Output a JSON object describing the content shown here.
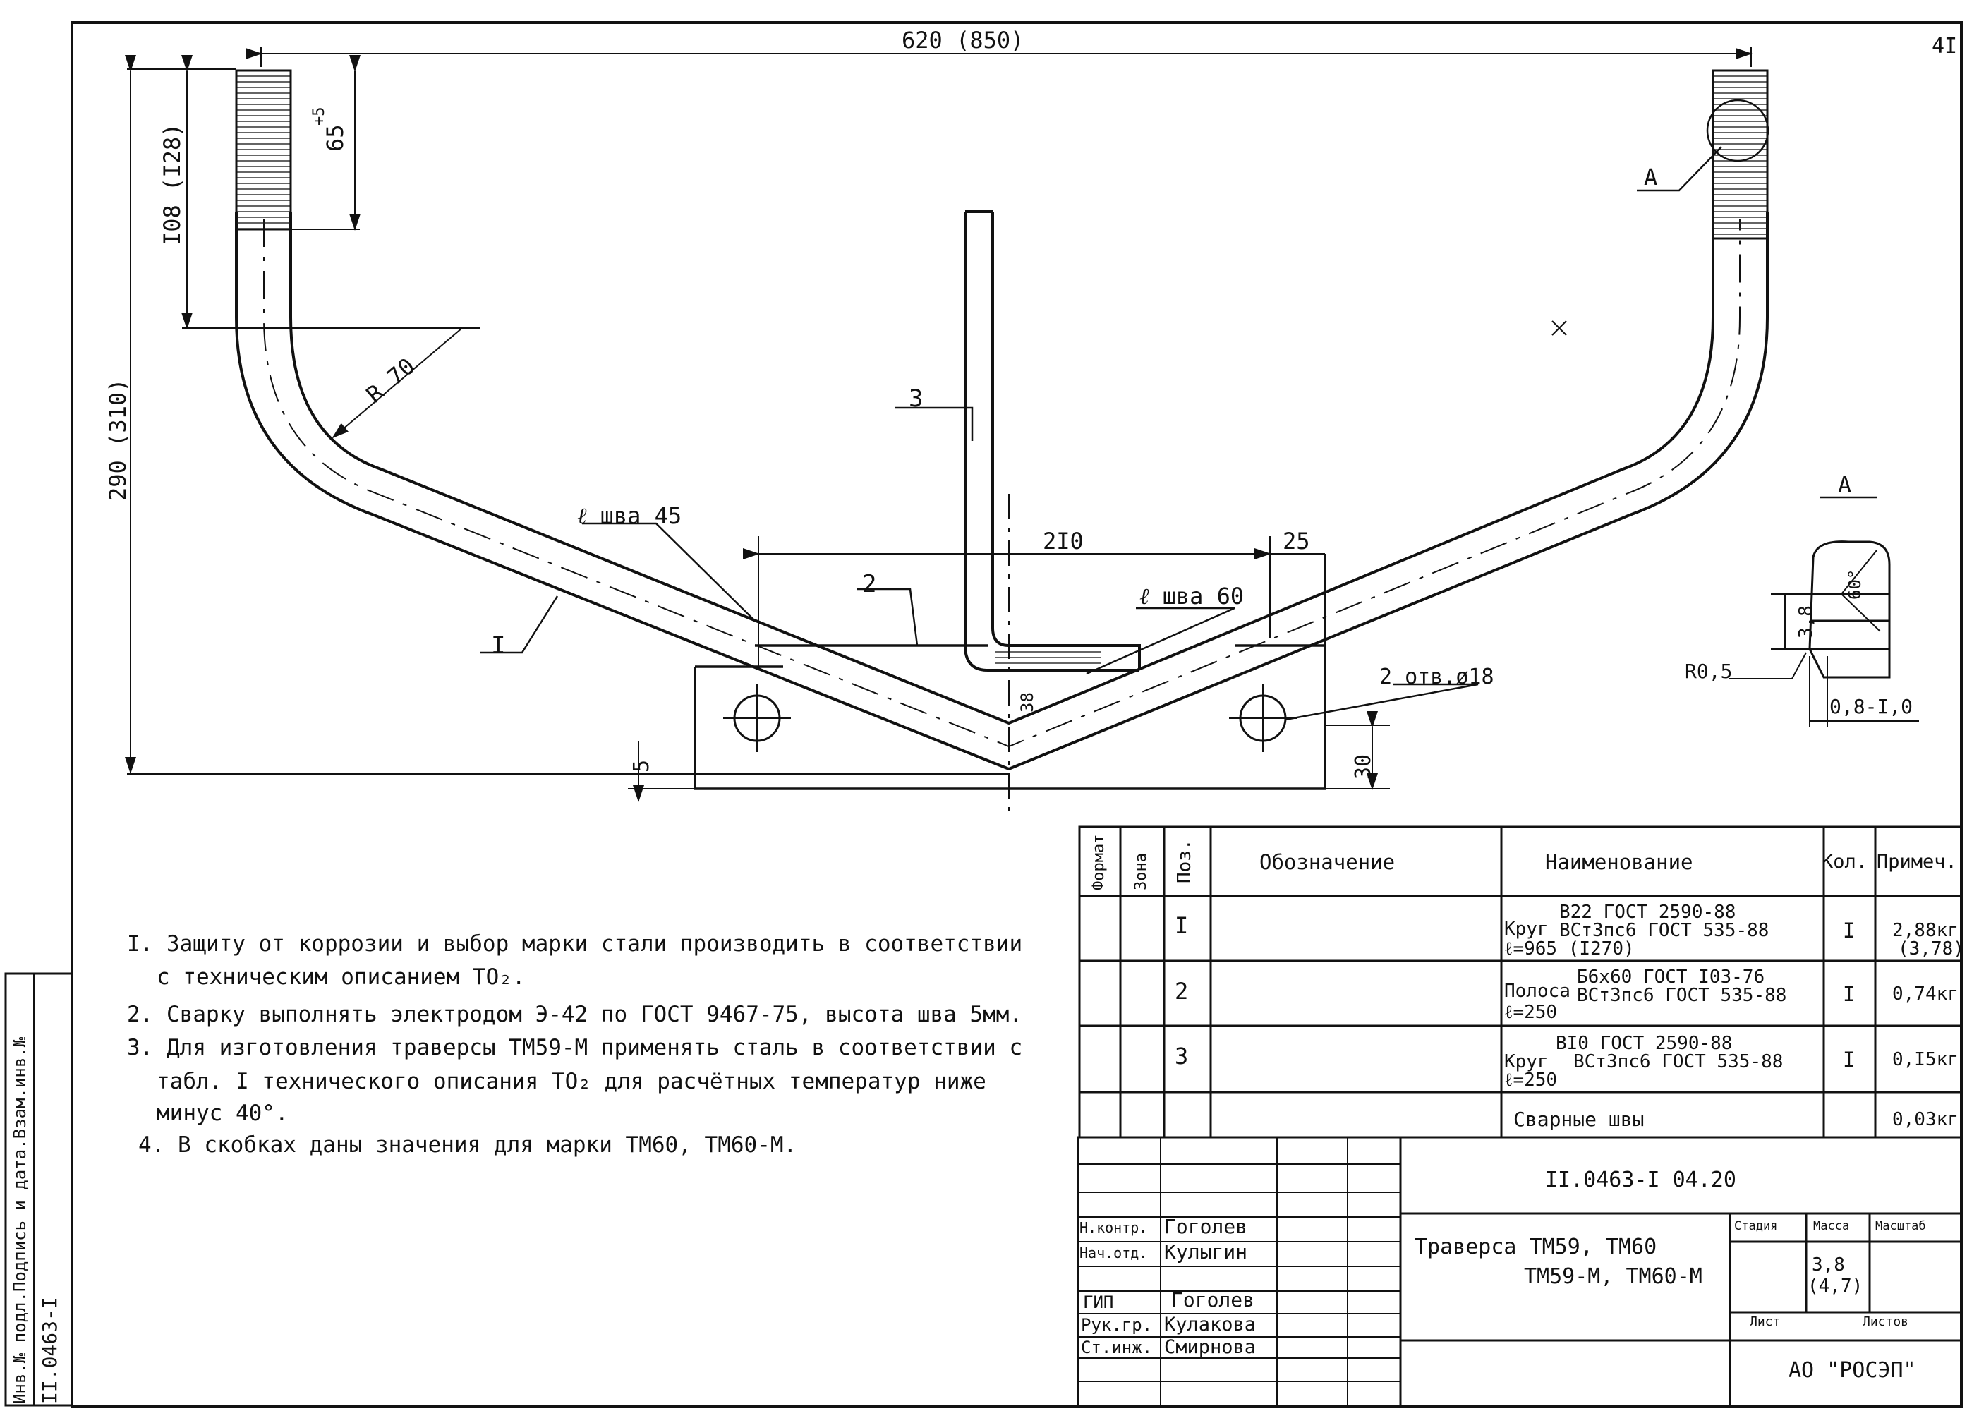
{
  "sheet_number": "4I",
  "dimensions": {
    "overall_width": "620 (850)",
    "overall_height": "290 (310)",
    "end_length": "I08 (I28)",
    "thread_length": "65",
    "thread_tol": "+5",
    "bend_radius": "R 70",
    "plate_width": "2I0",
    "plate_edge": "25",
    "plate_offset": "5",
    "plate_height": "30",
    "center_gap": "38",
    "weld_45": "шва 45",
    "weld_60": "шва 60",
    "holes": "2 отв.ø18"
  },
  "positions": {
    "p1": "I",
    "p2": "2",
    "p3": "3",
    "view": "A"
  },
  "detail_a": {
    "title": "A",
    "d1": "3,8",
    "angle": "60°",
    "r": "R0,5",
    "tol": "0,8-I,0"
  },
  "notes": [
    "I. Защиту от коррозии и выбор марки стали производить в соответствии",
    "с техническим описанием ТО₂.",
    "2. Сварку выполнять электродом Э-42 по ГОСТ 9467-75, высота шва 5мм.",
    "3. Для изготовления траверсы  ТМ59-М применять сталь в соответствии с",
    "табл. I технического описания ТО₂ для расчётных температур ниже",
    "минус 40°.",
    "4. В скобках даны значения для марки ТМ60, ТМ60-М."
  ],
  "spec": {
    "headers": {
      "format": "Формат",
      "zone": "Зона",
      "pos": "Поз.",
      "designation": "Обозначение",
      "name": "Наименование",
      "qty": "Кол.",
      "note": "Примеч."
    },
    "rows": [
      {
        "pos": "I",
        "name_prefix": "Круг",
        "name_top": "В22 ГОСТ 2590-88",
        "name_mid": "ВСт3пс6 ГОСТ 535-88",
        "name_bot": "ℓ=965 (I270)",
        "qty": "I",
        "note": "2,88кг",
        "note2": "(3,78)"
      },
      {
        "pos": "2",
        "name_prefix": "Полоса",
        "name_top": "Б6х60 ГОСТ I03-76",
        "name_mid": "ВСт3пс6 ГОСТ 535-88",
        "name_bot": "ℓ=250",
        "qty": "I",
        "note": "0,74кг",
        "note2": ""
      },
      {
        "pos": "3",
        "name_prefix": "Круг",
        "name_top": "ВI0 ГОСТ 2590-88",
        "name_mid": "ВСт3пс6 ГОСТ 535-88",
        "name_bot": "ℓ=250",
        "qty": "I",
        "note": "0,I5кг",
        "note2": ""
      },
      {
        "pos": "",
        "name_prefix": "Сварные швы",
        "name_top": "",
        "name_mid": "",
        "name_bot": "",
        "qty": "",
        "note": "0,03кг",
        "note2": ""
      }
    ]
  },
  "title_block": {
    "code": "II.0463-I 04.20",
    "title_line1": "Траверса ТМ59, ТМ60",
    "title_line2": "ТМ59-М, ТМ60-М",
    "stage": "Стадия",
    "mass": "Масса",
    "scale": "Масштаб",
    "mass_value": "3,8",
    "mass_value2": "(4,7)",
    "sheet": "Лист",
    "sheets": "Листов",
    "org": "АО \"РОСЭП\"",
    "roles": [
      {
        "role": "Н.контр.",
        "name": "Гоголев"
      },
      {
        "role": "Нач.отд.",
        "name": "Кулыгин"
      },
      {
        "role": "ГИП",
        "name": "Гоголев"
      },
      {
        "role": "Рук.гр.",
        "name": "Кулакова"
      },
      {
        "role": "Ст.инж.",
        "name": "Смирнова"
      }
    ]
  },
  "side_stamp": {
    "label": "Инв.№ подл.Подпись и дата.Взам.инв.№",
    "value": "II.0463-I"
  }
}
